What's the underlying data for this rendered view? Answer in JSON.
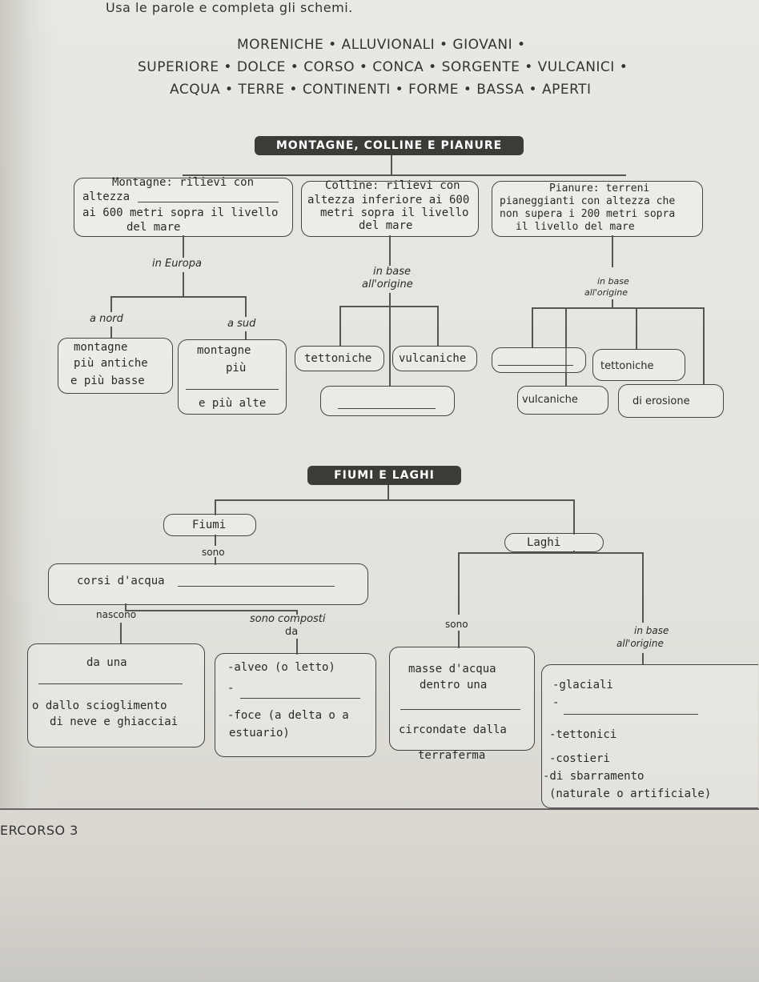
{
  "instruction": "Usa le parole e completa gli schemi.",
  "word_bank": [
    "MORENICHE • ALLUVIONALI • GIOVANI •",
    "SUPERIORE • DOLCE • CORSO • CONCA • SORGENTE • VULCANICI •",
    "ACQUA • TERRE • CONTINENTI • FORME • BASSA • APERTI"
  ],
  "scheme1": {
    "title": "MONTAGNE, COLLINE E PIANURE",
    "montagne_box": [
      "Montagne: rilievi con",
      "altezza",
      "ai 600 metri sopra il livello",
      "del mare"
    ],
    "colline_box": [
      "Colline: rilievi con",
      "altezza inferiore ai 600",
      "metri sopra il livello",
      "del mare"
    ],
    "pianure_box": [
      "Pianure: terreni",
      "pianeggianti con altezza che",
      "non supera i 200 metri sopra",
      "il livello del mare"
    ],
    "in_europa": "in Europa",
    "in_base_colline": [
      "in base",
      "all'origine"
    ],
    "in_base_pianure": [
      "in base",
      "all'origine"
    ],
    "a_nord": "a nord",
    "a_sud": "a sud",
    "montagne_nord": [
      "montagne",
      "più antiche",
      "e più basse"
    ],
    "montagne_sud": [
      "montagne",
      "più",
      "e più alte"
    ],
    "tettoniche_c": "tettoniche",
    "vulcaniche_c": "vulcaniche",
    "tettoniche_p": "tettoniche",
    "vulcaniche_p": "vulcaniche",
    "di_erosione": "di erosione"
  },
  "scheme2": {
    "title": "FIUMI E LAGHI",
    "fiumi": "Fiumi",
    "laghi": "Laghi",
    "sono1": "sono",
    "corsi": "corsi d'acqua",
    "nascono": "nascono",
    "sono_composti": [
      "sono composti",
      "da"
    ],
    "sono2": "sono",
    "in_base": [
      "in base",
      "all'origine"
    ],
    "da_una": [
      "da una",
      "o dallo scioglimento",
      "di neve e ghiacciai"
    ],
    "parts": [
      "-alveo (o letto)",
      "-",
      "-foce (a delta o a",
      "estuario)"
    ],
    "masse": [
      "masse d'acqua",
      "dentro una",
      "circondate dalla",
      "terraferma"
    ],
    "origini": [
      "-glaciali",
      "-",
      "-tettonici",
      "-costieri",
      "-di sbarramento",
      "(naturale o artificiale)"
    ]
  },
  "footer": "ERCORSO 3"
}
